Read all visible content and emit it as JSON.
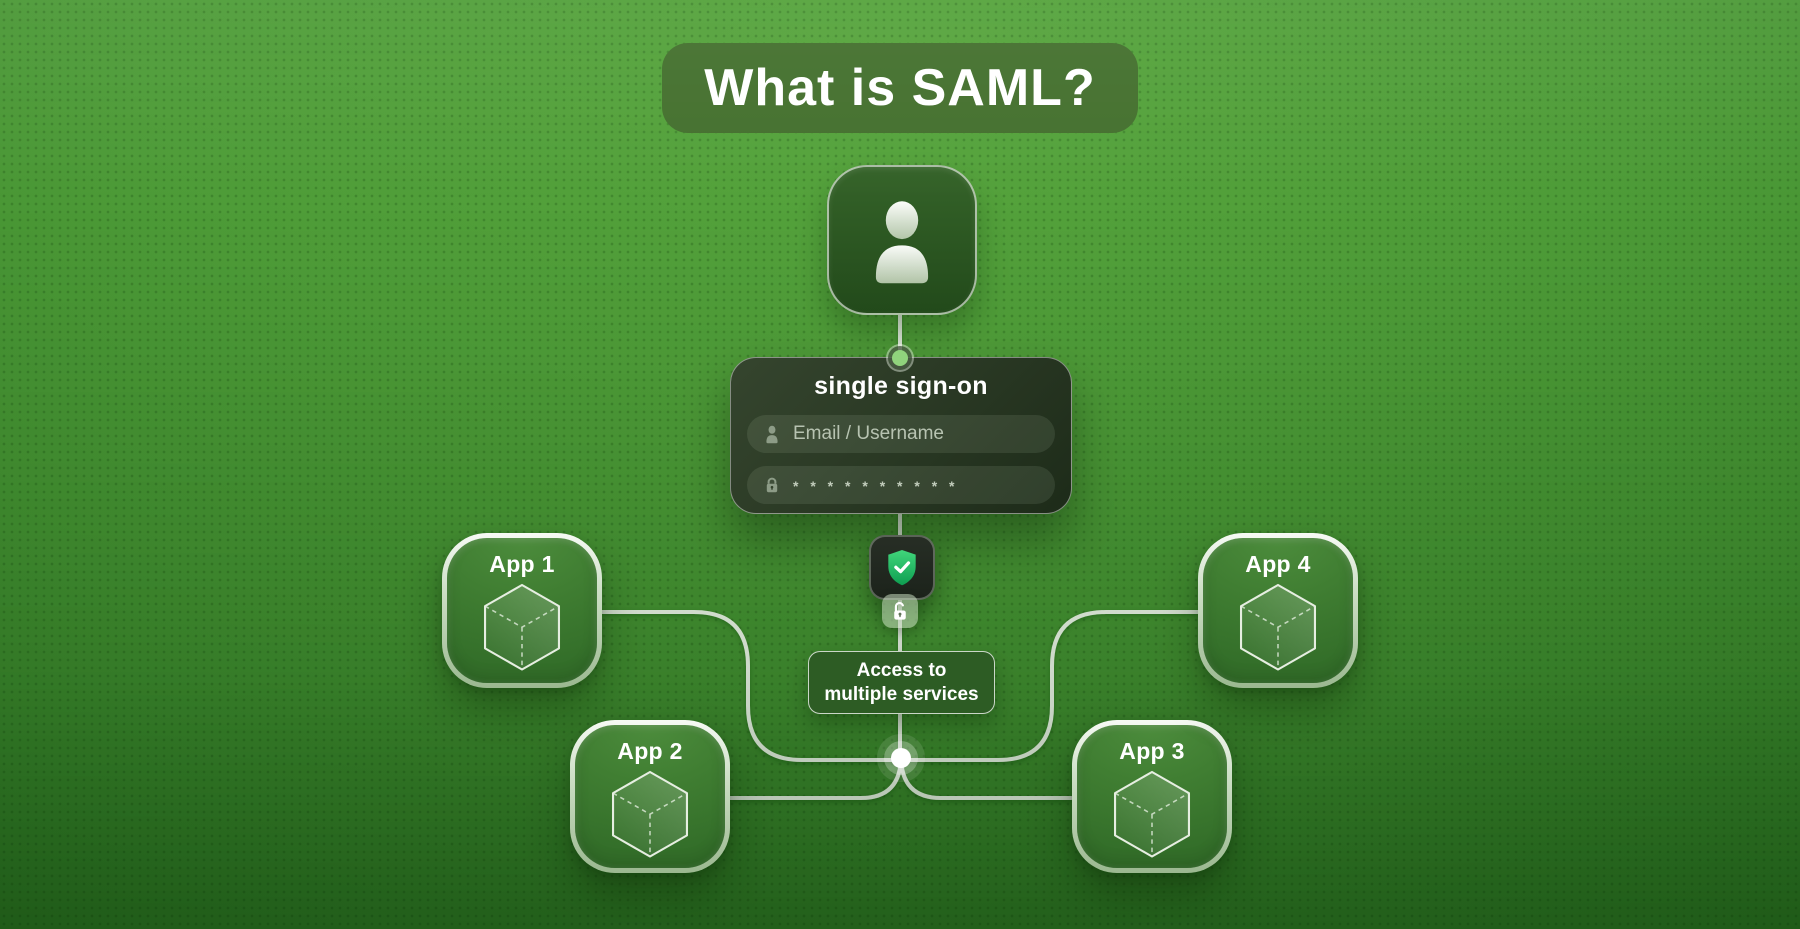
{
  "title": {
    "text": "What is SAML?"
  },
  "sso": {
    "title": "single sign-on",
    "email_placeholder": "Email / Username",
    "password_mask": "* * * * * * * * * *"
  },
  "access": {
    "label": "Access to multiple services"
  },
  "apps": [
    {
      "label": "App 1"
    },
    {
      "label": "App 2"
    },
    {
      "label": "App 3"
    },
    {
      "label": "App 4"
    }
  ],
  "icons": {
    "user-icon": "person silhouette in rounded square card",
    "email-user-icon": "small person glyph in email input",
    "lock-closed-icon": "closed padlock in password input",
    "shield-check-icon": "green shield with white checkmark",
    "lock-open-icon": "white open padlock on light badge",
    "cube-icon": "isometric wireframe cube with dashed hidden edges",
    "sso-connector-dot": "green dot on card top edge",
    "junction-dot": "white glowing junction node"
  },
  "colors": {
    "background_top": "#58a63e",
    "background_bottom": "#276c1e",
    "title_box": "#45712f",
    "sso_card_dark": "#1d2b19",
    "access_box": "#2d5c24",
    "shield_green": "#2fcf70",
    "wire": "#eef4ea",
    "text": "#ffffff",
    "placeholder": "#b7c3b1"
  }
}
